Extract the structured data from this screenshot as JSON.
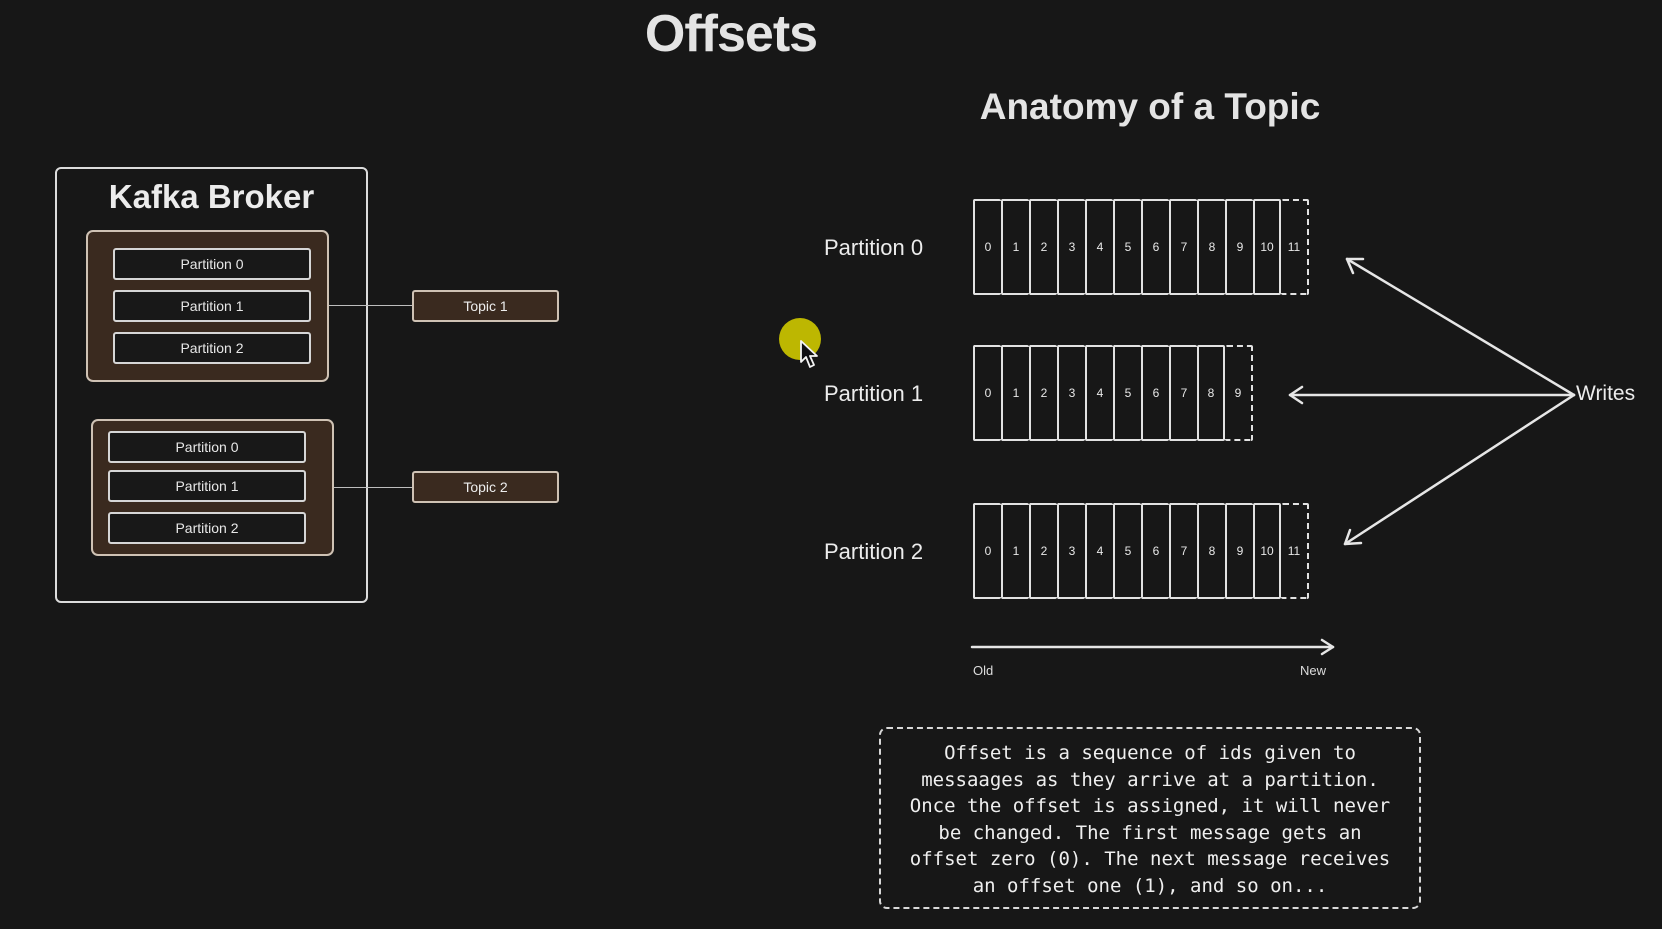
{
  "page": {
    "title": "Offsets"
  },
  "broker": {
    "title": "Kafka Broker",
    "groups": [
      {
        "partitions": [
          "Partition 0",
          "Partition 1",
          "Partition 2"
        ],
        "topic": "Topic 1"
      },
      {
        "partitions": [
          "Partition 0",
          "Partition 1",
          "Partition 2"
        ],
        "topic": "Topic 2"
      }
    ]
  },
  "anatomy": {
    "title": "Anatomy of a Topic",
    "rows": [
      {
        "label": "Partition 0",
        "offsets": [
          "0",
          "1",
          "2",
          "3",
          "4",
          "5",
          "6",
          "7",
          "8",
          "9",
          "10"
        ],
        "next": "11"
      },
      {
        "label": "Partition 1",
        "offsets": [
          "0",
          "1",
          "2",
          "3",
          "4",
          "5",
          "6",
          "7",
          "8"
        ],
        "next": "9"
      },
      {
        "label": "Partition 2",
        "offsets": [
          "0",
          "1",
          "2",
          "3",
          "4",
          "5",
          "6",
          "7",
          "8",
          "9",
          "10"
        ],
        "next": "11"
      }
    ],
    "writes_label": "Writes",
    "axis": {
      "start": "Old",
      "end": "New"
    }
  },
  "note": {
    "text": "Offset is a sequence of ids given to\nmessaages as they arrive at a partition.\nOnce the offset is assigned, it will never\nbe changed. The first message gets an\noffset zero (0). The next message receives\nan offset one (1), and so on..."
  },
  "icons": {
    "cursor": "mouse-pointer-icon",
    "highlight": "cursor-highlight-icon"
  },
  "colors": {
    "background": "#171717",
    "group_fill": "#3a2a1f",
    "cursor_highlight": "#c6c000"
  }
}
